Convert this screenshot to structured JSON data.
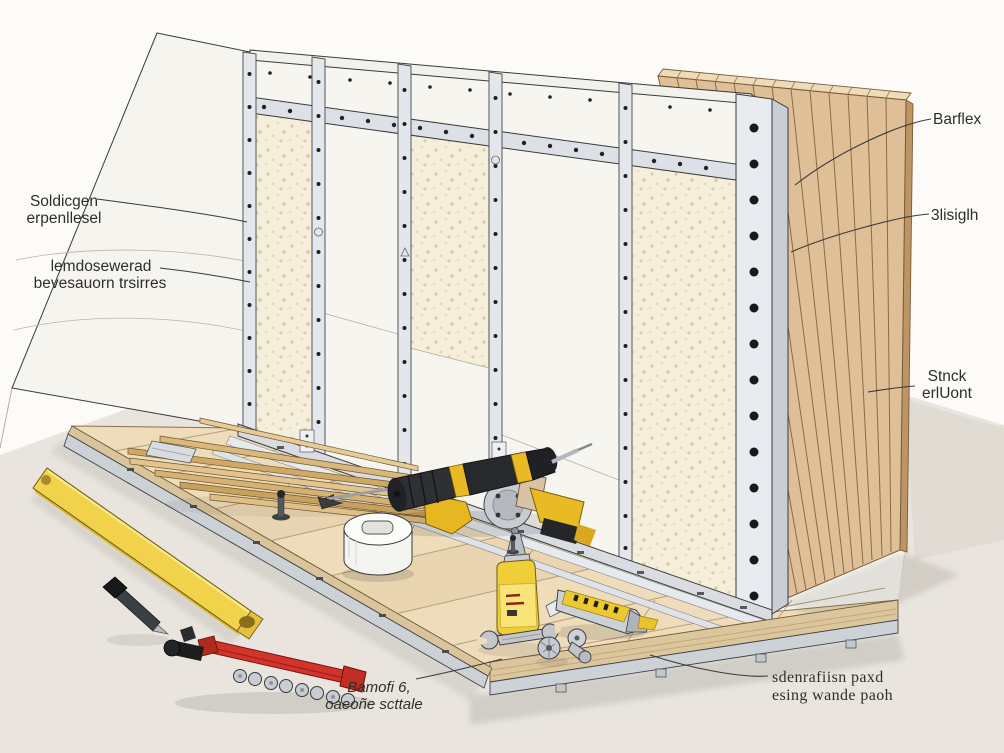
{
  "illustration": {
    "type": "construction-assembly-diagram",
    "subject": "Prefabricated partition wall: metal stud frame with insulation and gypsum panels, wood slat cladding panel, floor platform with edge rails and assorted hand tools"
  },
  "labels": {
    "stud": {
      "line1": "Soldicgen",
      "line2": "erpenllesel"
    },
    "fastening": {
      "line1": "lemdosewerad",
      "line2": "bevesauorn trsirres"
    },
    "cladding": {
      "text": "Barflex"
    },
    "cladding_side": {
      "text": "3lisiglh"
    },
    "cladding_base": {
      "line1": "Stnck",
      "line2": "erlUont"
    },
    "platform_edge": {
      "line1": "Bamofi 6,",
      "line2": "oaeoñe scttale"
    },
    "floor_rail": {
      "line1": "sdenrafiisn paxd",
      "line2": "esing wande paoh"
    }
  },
  "parts": [
    "metal-stud-frame",
    "horizontal-rail",
    "insulation-panels",
    "gypsum-panels",
    "wood-slat-panel",
    "floor-platform",
    "edge-rail-profiles",
    "wood-battens",
    "cordless-drill",
    "tape-roll",
    "glue-bottle",
    "sealant-tube",
    "wrench",
    "connector-fittings",
    "spirit-level",
    "pen",
    "quick-clamp",
    "standing-screws"
  ],
  "colors": {
    "ink": "#3a3a3a",
    "ground": "#e9e5de",
    "gypsum_white": "#f6f5f0",
    "insulation": "#f4eeda",
    "metal": "#dde1e7",
    "wood_cladding": "#debf97",
    "floor_plank": "#eedcba",
    "accent_yellow": "#f0ce38",
    "accent_red": "#d2342a"
  }
}
